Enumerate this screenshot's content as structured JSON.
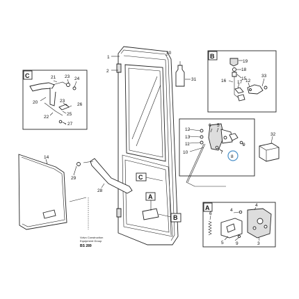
{
  "callouts": {
    "n1": "1",
    "n2": "2",
    "n3": "3",
    "n4": "4",
    "n5": "5",
    "n6": "6",
    "n7": "7",
    "n8": "8",
    "n9": "9",
    "n10": "10",
    "n11": "11",
    "n12": "12",
    "n13": "13",
    "n14": "14",
    "n15": "15",
    "n16": "16",
    "n17": "17",
    "n18": "18",
    "n19": "19",
    "n20": "20",
    "n21": "21",
    "n22": "22",
    "n23": "23",
    "n24": "24",
    "n25": "25",
    "n26": "26",
    "n27": "27",
    "n28": "28",
    "n29": "29",
    "n30": "30",
    "n31": "31",
    "n32": "32",
    "n33": "33"
  },
  "detail_labels": {
    "A": "A",
    "B": "B",
    "C": "C"
  },
  "footer": {
    "line1": "Volvo Construction",
    "line2": "Equipment Group",
    "code": "BS 289"
  },
  "colors": {
    "highlight_circle": "#4a90c8",
    "line": "#222222"
  }
}
